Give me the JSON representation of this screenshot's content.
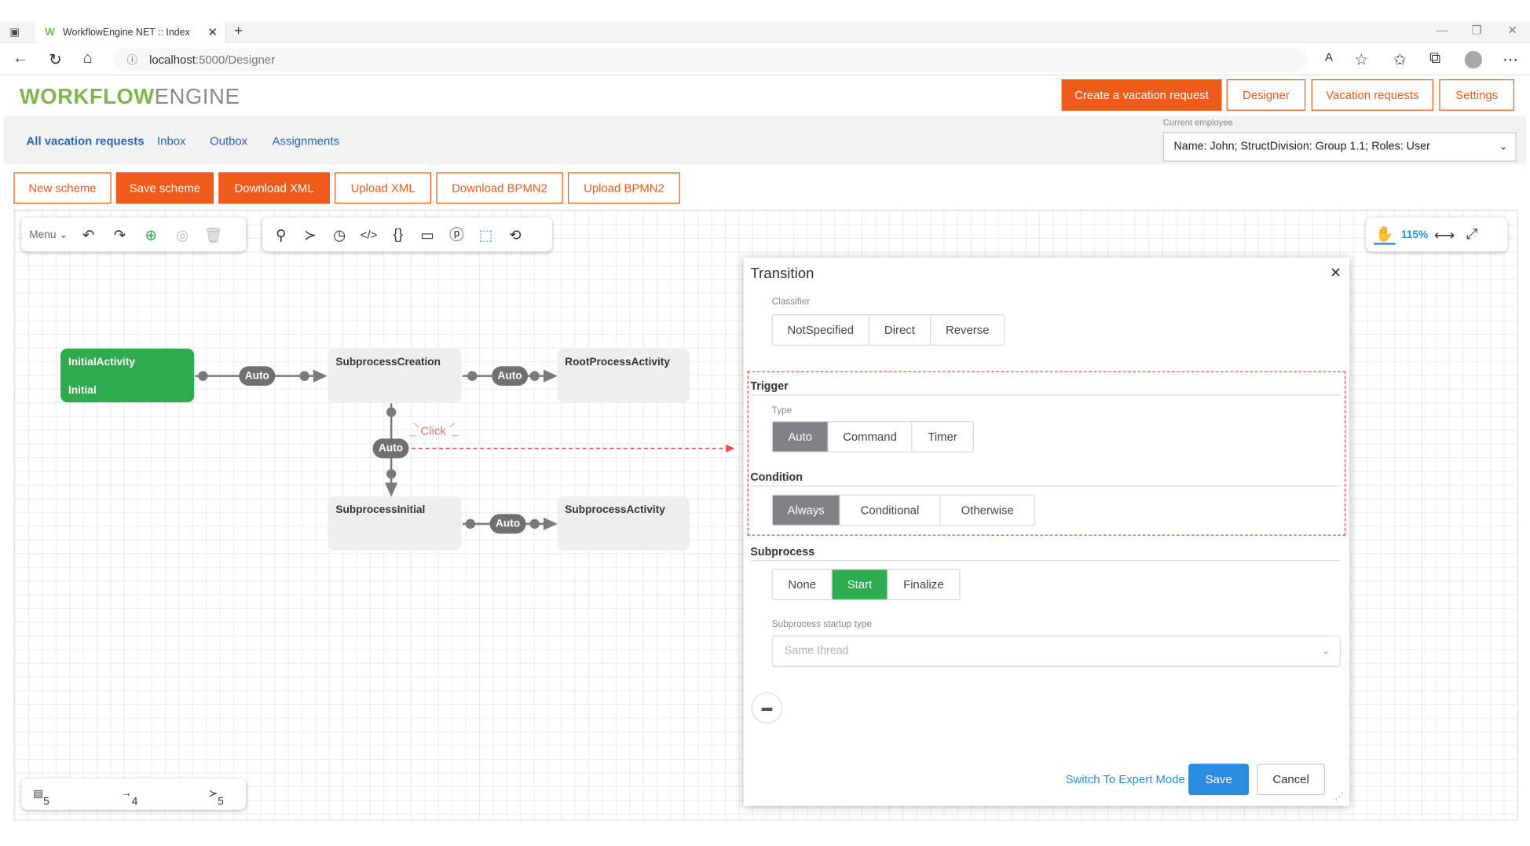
{
  "browser": {
    "tab_title": "WorkflowEngine NET :: Index",
    "url_host": "localhost",
    "url_rest": ":5000/Designer"
  },
  "header": {
    "logo_bold": "WORKFLOW",
    "logo_light": "ENGINE",
    "buttons": [
      "Create a vacation request",
      "Designer",
      "Vacation requests",
      "Settings"
    ]
  },
  "subnav": {
    "items": [
      "All vacation requests",
      "Inbox",
      "Outbox",
      "Assignments"
    ],
    "employee_label": "Current employee",
    "employee_value": "Name: John; StructDivision: Group 1.1; Roles: User"
  },
  "actions": [
    "New scheme",
    "Save scheme",
    "Download XML",
    "Upload XML",
    "Download BPMN2",
    "Upload BPMN2"
  ],
  "toolbar": {
    "menu_label": "Menu",
    "zoom": "115%"
  },
  "diagram": {
    "nodes": [
      {
        "name": "InitialActivity",
        "state": "Initial"
      },
      {
        "name": "SubprocessCreation",
        "state": ""
      },
      {
        "name": "RootProcessActivity",
        "state": ""
      },
      {
        "name": "SubprocessInitial",
        "state": ""
      },
      {
        "name": "SubprocessActivity",
        "state": ""
      }
    ],
    "transition_label": "Auto",
    "click_hint": "Click"
  },
  "counts": {
    "activities": "5",
    "transitions": "4",
    "commands": "5"
  },
  "dialog": {
    "title": "Transition",
    "classifier_label": "Classifier",
    "classifier_options": [
      "NotSpecified",
      "Direct",
      "Reverse"
    ],
    "trigger_title": "Trigger",
    "type_label": "Type",
    "type_options": [
      "Auto",
      "Command",
      "Timer"
    ],
    "type_selected": "Auto",
    "condition_title": "Condition",
    "condition_options": [
      "Always",
      "Conditional",
      "Otherwise"
    ],
    "condition_selected": "Always",
    "subprocess_title": "Subprocess",
    "subprocess_options": [
      "None",
      "Start",
      "Finalize"
    ],
    "subprocess_selected": "Start",
    "startup_label": "Subprocess startup type",
    "startup_placeholder": "Same thread",
    "expert_link": "Switch To Expert Mode",
    "save": "Save",
    "cancel": "Cancel"
  },
  "colors": {
    "brand_orange": "#f05a1a",
    "green": "#2eaa4f",
    "blue": "#2a8ce0",
    "selected_grey": "#808285"
  }
}
